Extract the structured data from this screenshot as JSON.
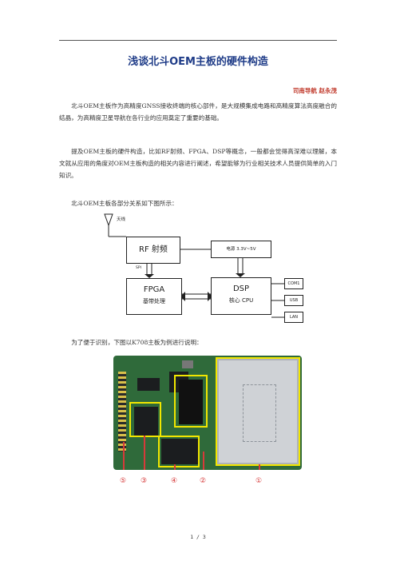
{
  "doc": {
    "title": "浅谈北斗OEM主板的硬件构造",
    "author": "司南导航  赵永茂",
    "paragraphs": [
      "北斗OEM主板作为高精度GNSS接收终端的核心部件，是大规模集成电路和高精度算法高度融合的结晶，为高精度卫星导航在各行业的应用奠定了重要的基础。",
      "提及OEM主板的硬件构造，比如RF射频、FPGA、DSP等概念，一般都会觉得高深难以理解，本文就从应用的角度对OEM主板构造的相关内容进行阐述，希望能够为行业相关技术人员提供简单的入门知识。",
      "北斗OEM主板各部分关系如下图所示：",
      "为了便于识别，下图以K708主板为例进行说明："
    ],
    "page_number": "1 / 3"
  },
  "diagram": {
    "antenna_label": "天线",
    "rf_label": "RF 射频",
    "power_label": "电源 3.3V~5V",
    "spi_label": "SPI",
    "fpga_title": "FPGA",
    "fpga_sub": "基带处理",
    "dsp_title": "DSP",
    "dsp_sub": "核心 CPU",
    "ports": [
      "COM1",
      "USB",
      "LAN"
    ]
  },
  "photo": {
    "markers": [
      "⑤",
      "③",
      "④",
      "②",
      "①"
    ]
  }
}
